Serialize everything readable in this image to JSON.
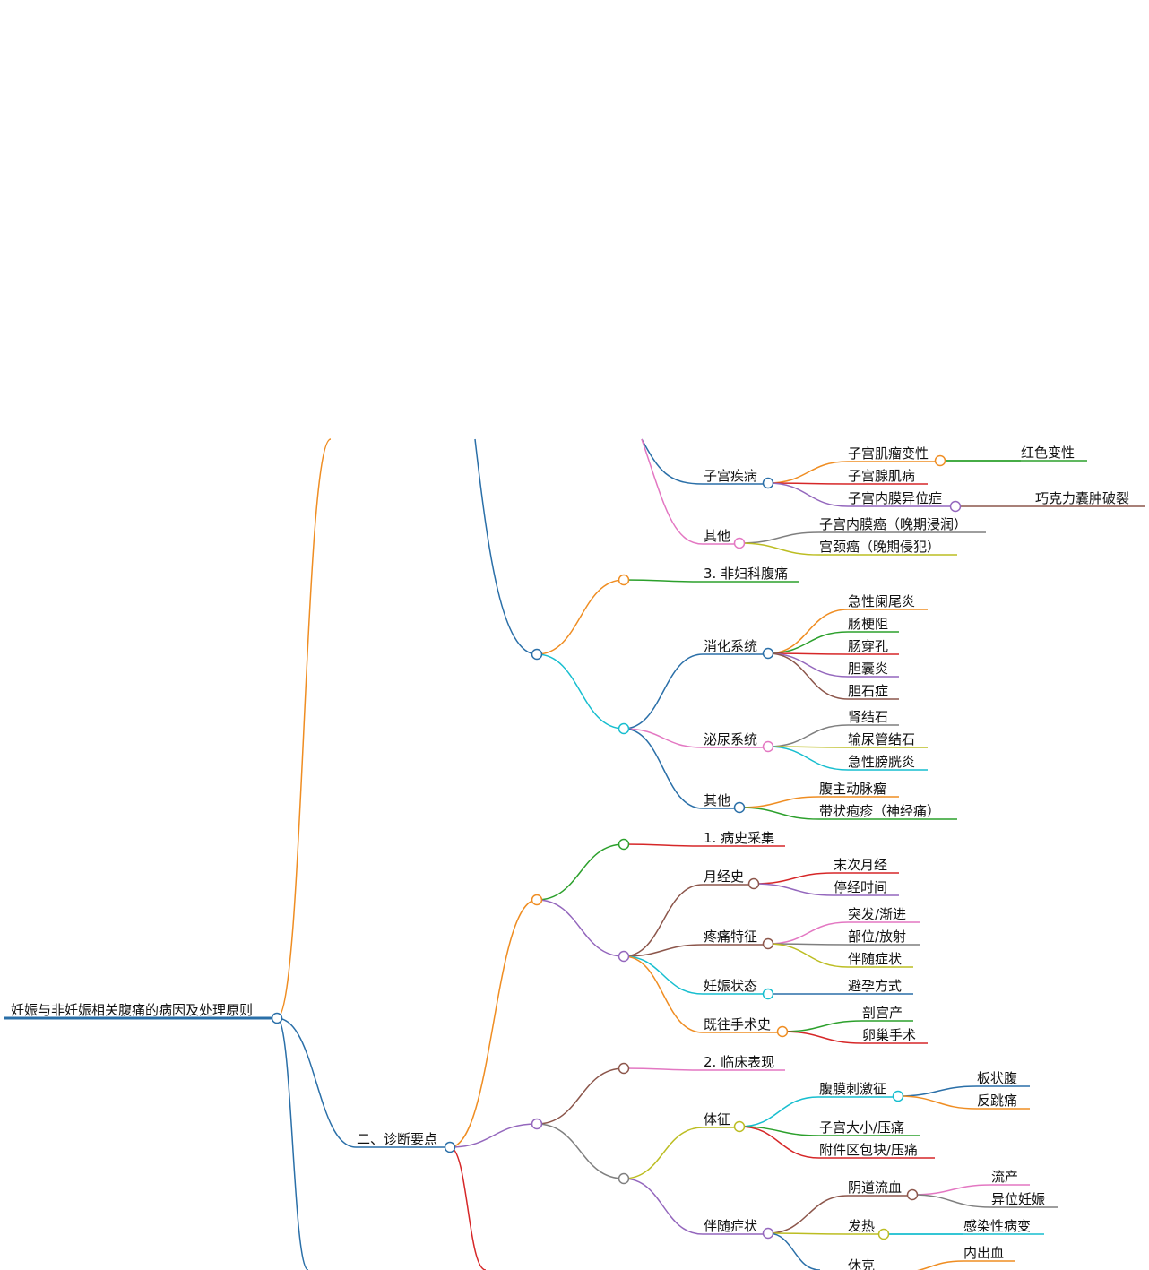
{
  "root": {
    "label": "妊娠与非妊娠相关腹痛的病因及处理原则"
  },
  "sections": {
    "uterine_disease": {
      "label": "子宫疾病",
      "children": {
        "fibroid": {
          "label": "子宫肌瘤变性",
          "child": "红色变性"
        },
        "adenomyosis": {
          "label": "子宫腺肌病"
        },
        "endometriosis": {
          "label": "子宫内膜异位症",
          "child": "巧克力囊肿破裂"
        }
      }
    },
    "gyn_other": {
      "label": "其他",
      "children": [
        "子宫内膜癌（晚期浸润）",
        "宫颈癌（晚期侵犯）"
      ]
    },
    "non_gyn": {
      "label": "3. 非妇科腹痛"
    },
    "digestive": {
      "label": "消化系统",
      "children": [
        "急性阑尾炎",
        "肠梗阻",
        "肠穿孔",
        "胆囊炎",
        "胆石症"
      ]
    },
    "urinary": {
      "label": "泌尿系统",
      "children": [
        "肾结石",
        "输尿管结石",
        "急性膀胱炎"
      ]
    },
    "nongyn_other": {
      "label": "其他",
      "children": [
        "腹主动脉瘤",
        "带状疱疹（神经痛）"
      ]
    },
    "diagnosis": {
      "label": "二、诊断要点"
    },
    "history": {
      "label": "1. 病史采集"
    },
    "menstrual": {
      "label": "月经史",
      "children": [
        "末次月经",
        "停经时间"
      ]
    },
    "pain": {
      "label": "疼痛特征",
      "children": [
        "突发/渐进",
        "部位/放射",
        "伴随症状"
      ]
    },
    "pregnancy": {
      "label": "妊娠状态",
      "children": [
        "避孕方式"
      ]
    },
    "surgery": {
      "label": "既往手术史",
      "children": [
        "剖宫产",
        "卵巢手术"
      ]
    },
    "clinical": {
      "label": "2. 临床表现"
    },
    "signs": {
      "label": "体征",
      "peritoneal": {
        "label": "腹膜刺激征",
        "children": [
          "板状腹",
          "反跳痛"
        ]
      },
      "children": [
        "子宫大小/压痛",
        "附件区包块/压痛"
      ]
    },
    "symptoms": {
      "label": "伴随症状",
      "bleeding": {
        "label": "阴道流血",
        "children": [
          "流产",
          "异位妊娠"
        ]
      },
      "fever": {
        "label": "发热",
        "child": "感染性病变"
      },
      "shock": {
        "label": "休克",
        "child": "内出血"
      }
    }
  }
}
